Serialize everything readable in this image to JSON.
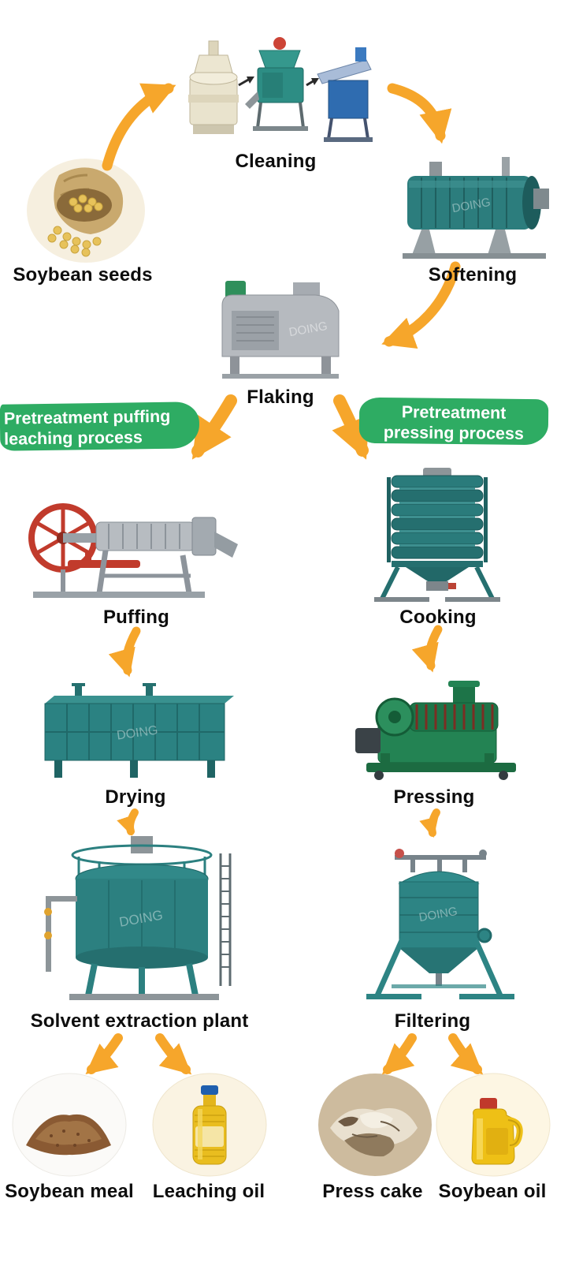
{
  "watermark": "DOING",
  "colors": {
    "arrow": "#F6A62B",
    "banner_green": "#2EAC63",
    "label_text": "#0D0D0D"
  },
  "nodes": {
    "cleaning": "Cleaning",
    "soybean_seeds": "Soybean seeds",
    "softening": "Softening",
    "flaking": "Flaking",
    "puffing": "Puffing",
    "cooking": "Cooking",
    "drying": "Drying",
    "pressing": "Pressing",
    "solvent_extraction": "Solvent extraction plant",
    "filtering": "Filtering",
    "soybean_meal": "Soybean meal",
    "leaching_oil": "Leaching oil",
    "press_cake": "Press cake",
    "soybean_oil": "Soybean oil"
  },
  "banners": {
    "left": {
      "line1": "Pretreatment puffing",
      "line2": "leaching process"
    },
    "right": {
      "line1": "Pretreatment",
      "line2": "pressing process"
    }
  }
}
